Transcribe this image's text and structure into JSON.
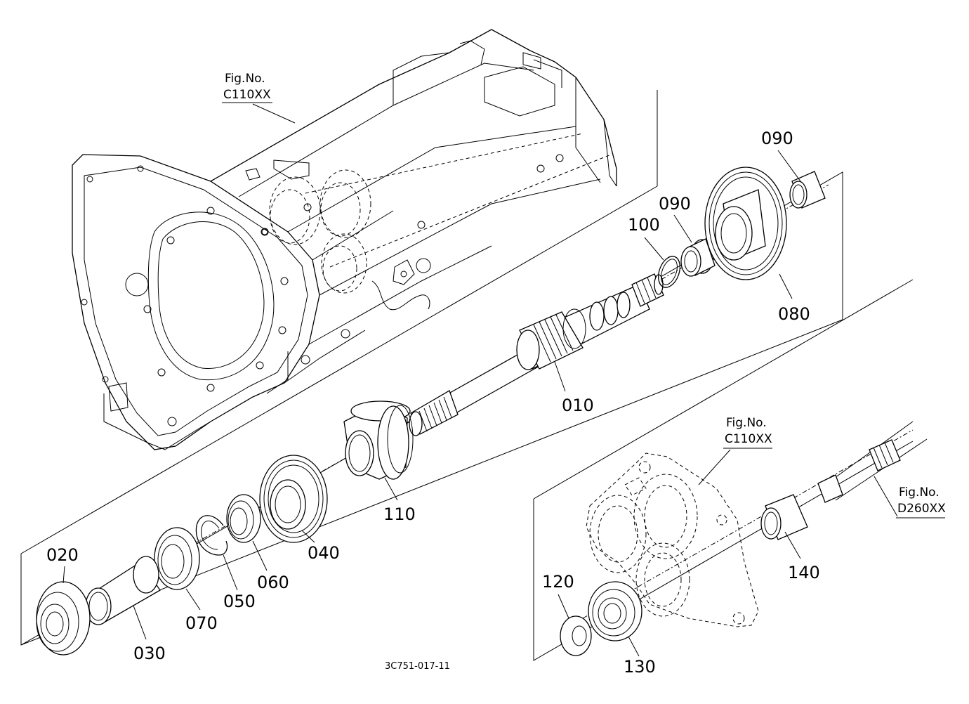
{
  "figure_refs": {
    "top": {
      "line1": "Fig.No.",
      "line2": "C110XX"
    },
    "right": {
      "line1": "Fig.No.",
      "line2": "C110XX"
    },
    "shaft": {
      "line1": "Fig.No.",
      "line2": "D260XX"
    }
  },
  "parts": {
    "p010": "010",
    "p020": "020",
    "p030": "030",
    "p040": "040",
    "p050": "050",
    "p060": "060",
    "p070": "070",
    "p080": "080",
    "p090a": "090",
    "p090b": "090",
    "p100": "100",
    "p110": "110",
    "p120": "120",
    "p130": "130",
    "p140": "140"
  },
  "drawing_code": "3C751-017-11"
}
